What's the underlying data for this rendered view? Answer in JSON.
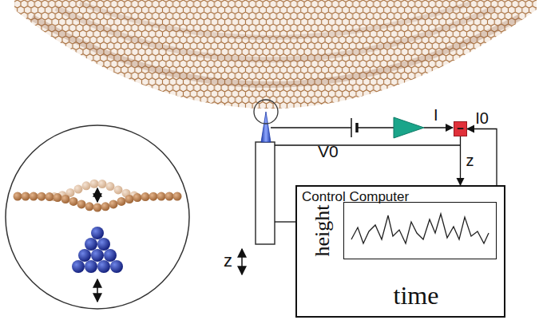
{
  "diagram": {
    "nodes": [
      {
        "text": [
          "−"
        ]
      },
      {
        "text": [
          "Control Computer"
        ]
      },
      {
        "text": [
          "height",
          "time"
        ],
        "in": 1
      }
    ],
    "edges": [
      {
        "from": 0,
        "to": 1,
        "arrow": "to",
        "label": "z"
      },
      {
        "from": 1,
        "to": 0,
        "arrow": "to",
        "label": "I0"
      }
    ],
    "labels": [
      "V0",
      "I",
      "z"
    ]
  }
}
